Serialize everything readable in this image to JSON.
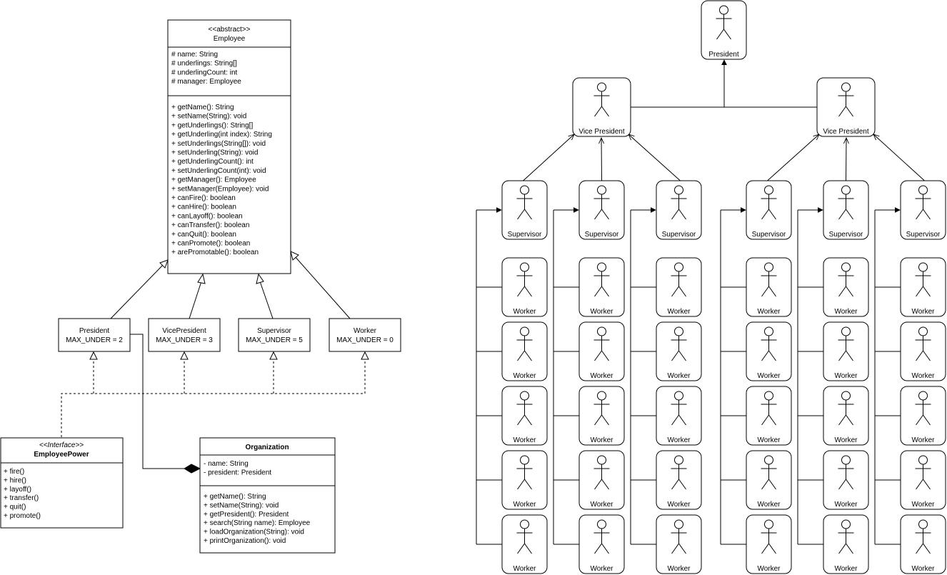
{
  "uml": {
    "employee": {
      "stereotype": "<<abstract>>",
      "name": "Employee",
      "attributes": [
        "# name: String",
        "# underlings: String[]",
        "# underlingCount: int",
        "# manager: Employee"
      ],
      "methods": [
        "+ getName(): String",
        "+ setName(String): void",
        "+ getUnderlings(): String[]",
        "+ getUnderling(int index): String",
        "+ setUnderlings(String[]): void",
        "+ setUnderling(String): void",
        "+ getUnderlingCount(): int",
        "+ setUnderlingCount(int): void",
        "+ getManager(): Employee",
        "+ setManager(Employee): void",
        "+ canFire(): boolean",
        "+ canHire(): boolean",
        "+ canLayoff(): boolean",
        "+ canTransfer(): boolean",
        "+ canQuit(): boolean",
        "+ canPromote(): boolean",
        "+ arePromotable(): boolean"
      ]
    },
    "subclasses": [
      {
        "name": "President",
        "detail": "MAX_UNDER = 2"
      },
      {
        "name": "VicePresident",
        "detail": "MAX_UNDER = 3"
      },
      {
        "name": "Supervisor",
        "detail": "MAX_UNDER = 5"
      },
      {
        "name": "Worker",
        "detail": "MAX_UNDER = 0"
      }
    ],
    "interface": {
      "stereotype": "<<Interface>>",
      "name": "EmployeePower",
      "methods": [
        "+ fire()",
        "+ hire()",
        "+ layoff()",
        "+ transfer()",
        "+ quit()",
        "+ promote()"
      ]
    },
    "organization": {
      "name": "Organization",
      "attributes": [
        "- name: String",
        "- president: President"
      ],
      "methods": [
        "+ getName(): String",
        "+ setName(String): void",
        "+ getPresident(): President",
        "+ search(String name): Employee",
        "+ loadOrganization(String): void",
        "+ printOrganization(): void"
      ]
    }
  },
  "org_chart": {
    "president_label": "President",
    "vice_president_label": "Vice President",
    "supervisor_label": "Supervisor",
    "worker_label": "Worker"
  }
}
